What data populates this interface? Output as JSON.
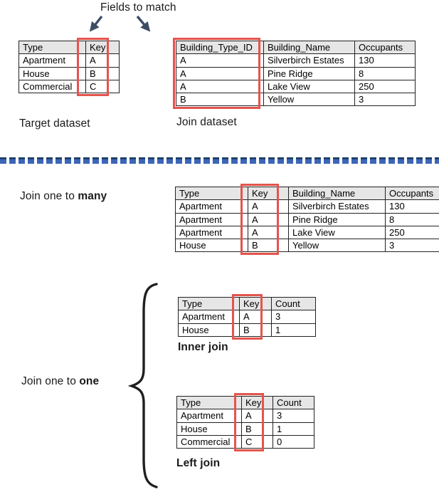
{
  "colors": {
    "highlight_red": "#E4544C",
    "arrow_navy": "#3E4C63",
    "divider_blue": "#3D66B8",
    "divider_navy": "#17375E",
    "table_header_gray": "#E7E6E6"
  },
  "annotation": {
    "fields_to_match": "Fields to match"
  },
  "top": {
    "target": {
      "caption": "Target dataset",
      "highlighted_column": "Key",
      "table": {
        "headers": [
          "Type",
          "Key"
        ],
        "rows": [
          [
            "Apartment",
            "A"
          ],
          [
            "House",
            "B"
          ],
          [
            "Commercial",
            "C"
          ]
        ]
      }
    },
    "join": {
      "caption": "Join dataset",
      "highlighted_column": "Building_Type_ID",
      "table": {
        "headers": [
          "Building_Type_ID",
          "Building_Name",
          "Occupants"
        ],
        "rows": [
          [
            "A",
            "Silverbirch Estates",
            "130"
          ],
          [
            "A",
            "Pine Ridge",
            "8"
          ],
          [
            "A",
            "Lake View",
            "250"
          ],
          [
            "B",
            "Yellow",
            "3"
          ]
        ]
      }
    }
  },
  "one_to_many": {
    "label_prefix": "Join one to ",
    "label_bold": "many",
    "highlighted_column": "Key",
    "table": {
      "headers": [
        "Type",
        "Key",
        "Building_Name",
        "Occupants"
      ],
      "rows": [
        [
          "Apartment",
          "A",
          "Silverbirch Estates",
          "130"
        ],
        [
          "Apartment",
          "A",
          "Pine Ridge",
          "8"
        ],
        [
          "Apartment",
          "A",
          "Lake View",
          "250"
        ],
        [
          "House",
          "B",
          "Yellow",
          "3"
        ]
      ]
    }
  },
  "one_to_one": {
    "label_prefix": "Join one to ",
    "label_bold": "one",
    "inner_join": {
      "caption": "Inner join",
      "highlighted_column": "Key",
      "table": {
        "headers": [
          "Type",
          "Key",
          "Count"
        ],
        "rows": [
          [
            "Apartment",
            "A",
            "3"
          ],
          [
            "House",
            "B",
            "1"
          ]
        ]
      }
    },
    "left_join": {
      "caption": "Left join",
      "highlighted_column": "Key",
      "table": {
        "headers": [
          "Type",
          "Key",
          "Count"
        ],
        "rows": [
          [
            "Apartment",
            "A",
            "3"
          ],
          [
            "House",
            "B",
            "1"
          ],
          [
            "Commercial",
            "C",
            "0"
          ]
        ]
      }
    }
  }
}
